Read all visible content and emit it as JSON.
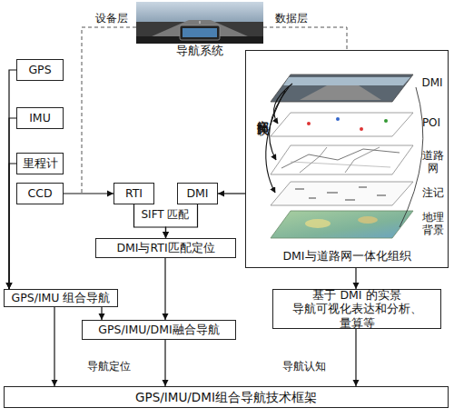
{
  "diagram": {
    "nodes": [
      {
        "text": [
          "导航系统"
        ]
      },
      {
        "text": [
          "GPS"
        ]
      },
      {
        "text": [
          "IMU"
        ]
      },
      {
        "text": [
          "里程计"
        ]
      },
      {
        "text": [
          "CCD"
        ]
      },
      {
        "text": [
          "RTI"
        ]
      },
      {
        "text": [
          "DMI"
        ]
      },
      {
        "text": [
          "DMI与道路网一体化组织"
        ]
      },
      {
        "text": [
          "DMI与RTI匹配定位"
        ]
      },
      {
        "text": [
          "GPS/IMU 组合导航"
        ]
      },
      {
        "text": [
          "GPS/IMU/DMI融合导航"
        ]
      },
      {
        "text": [
          "基于 DMI 的实景 导航可视化表达和分析、量算等"
        ]
      },
      {
        "text": [
          "GPS/IMU/DMI组合导航技术框架"
        ]
      }
    ],
    "edges": [
      {
        "from": 1,
        "to": 9,
        "arrow": "to"
      },
      {
        "from": 2,
        "to": 9,
        "arrow": "to"
      },
      {
        "from": 3,
        "to": 9,
        "arrow": "to"
      },
      {
        "from": 4,
        "to": 5,
        "arrow": "to"
      },
      {
        "from": 7,
        "to": 6,
        "arrow": "to"
      },
      {
        "from": 5,
        "to": 8,
        "arrow": "to"
      },
      {
        "from": 6,
        "to": 8,
        "arrow": "to"
      },
      {
        "from": 8,
        "to": 10,
        "arrow": "to"
      },
      {
        "from": 9,
        "to": 10,
        "arrow": "to"
      },
      {
        "from": 9,
        "to": 12,
        "arrow": "to"
      },
      {
        "from": 10,
        "to": 12,
        "arrow": "to"
      },
      {
        "from": 7,
        "to": 11,
        "arrow": "to"
      },
      {
        "from": 11,
        "to": 12,
        "arrow": "to"
      }
    ],
    "labels": [
      "设备层",
      "数据层",
      "空间拓扑关联",
      "DMI",
      "POI",
      "道路网",
      "注记",
      "地理背景",
      "SIFT 匹配",
      "导航定位",
      "导航认知"
    ]
  }
}
